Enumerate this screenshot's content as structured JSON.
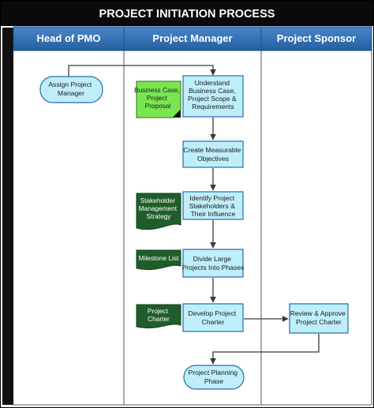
{
  "title": "PROJECT INITIATION PROCESS",
  "lanes": [
    {
      "id": "pmo",
      "label": "Head of PMO"
    },
    {
      "id": "pm",
      "label": "Project Manager"
    },
    {
      "id": "sponsor",
      "label": "Project Sponsor"
    }
  ],
  "nodes": {
    "assign": [
      "Assign Project",
      "Manager"
    ],
    "understand": [
      "Understand",
      "Business Case,",
      "Project Scope &",
      "Requirements"
    ],
    "objectives": [
      "Create Measurable",
      "Objectives"
    ],
    "stakeholders": [
      "Identify Project",
      "Stakeholders &",
      "Their Influence"
    ],
    "phases": [
      "Divide Large",
      "Projects Into Phases"
    ],
    "charter": [
      "Develop Project",
      "Charter"
    ],
    "review": [
      "Review & Approve",
      "Project Charter"
    ],
    "planning": [
      "Project Planning",
      "Phase"
    ]
  },
  "documents": {
    "business_case": [
      "Business Case,",
      "Project",
      "Proposal"
    ],
    "stakeholder_strategy": [
      "Stakeholder",
      "Management",
      "Strategy"
    ],
    "milestone_list": [
      "Milestone List"
    ],
    "project_charter": [
      "Project",
      "Charter"
    ]
  },
  "colors": {
    "title_bar": "#0a0a0a",
    "lane_header": "#2f6fb7",
    "process_fill": "#bfeefb",
    "process_stroke": "#1f6fa8",
    "document_dark": "#1f5e2a",
    "document_light": "#79e651",
    "connector": "#3a3a3a"
  }
}
